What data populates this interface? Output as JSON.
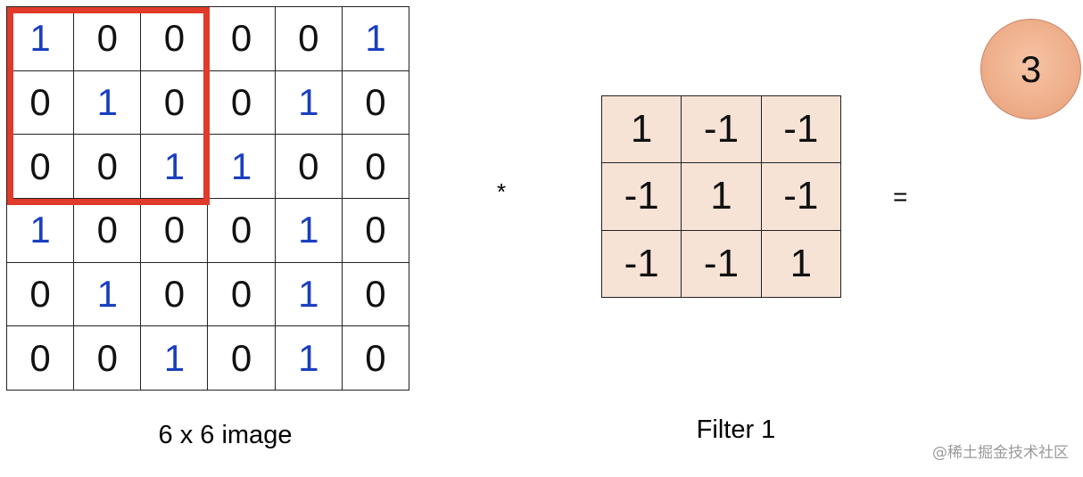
{
  "image": {
    "caption": "6 x 6 image",
    "rows": [
      [
        "1",
        "0",
        "0",
        "0",
        "0",
        "1"
      ],
      [
        "0",
        "1",
        "0",
        "0",
        "1",
        "0"
      ],
      [
        "0",
        "0",
        "1",
        "1",
        "0",
        "0"
      ],
      [
        "1",
        "0",
        "0",
        "0",
        "1",
        "0"
      ],
      [
        "0",
        "1",
        "0",
        "0",
        "1",
        "0"
      ],
      [
        "0",
        "0",
        "1",
        "0",
        "1",
        "0"
      ]
    ]
  },
  "operators": {
    "convolution": "*",
    "equals": "="
  },
  "filter": {
    "caption": "Filter 1",
    "rows": [
      [
        "1",
        "-1",
        "-1"
      ],
      [
        "-1",
        "1",
        "-1"
      ],
      [
        "-1",
        "-1",
        "1"
      ]
    ]
  },
  "result": {
    "value": "3"
  },
  "watermark": "@稀土掘金技术社区",
  "colors": {
    "highlight_border": "#e03a2a",
    "one_digit": "#1a3fbf",
    "filter_fill": "#f7e3d6",
    "result_fill": "#eeae8a"
  }
}
